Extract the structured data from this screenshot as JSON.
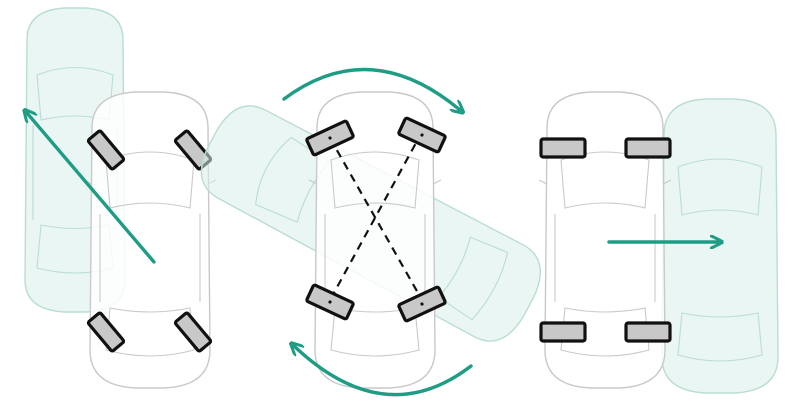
{
  "colors": {
    "ghost_body": "#d8efe9",
    "ghost_stroke": "#b9ddd4",
    "car_body": "#ffffff",
    "car_stroke": "#c9c9c9",
    "wheel_fill": "#c8c8c8",
    "wheel_stroke": "#111111",
    "arrow": "#1f9c84",
    "diagonal": "#111111"
  },
  "panels": [
    {
      "id": "diagonal-mode",
      "wheel_orientation": "all-wheels-angled",
      "motion": "diagonal-up-left"
    },
    {
      "id": "pivot-mode",
      "wheel_orientation": "tangent-to-center",
      "motion": "rotate-in-place"
    },
    {
      "id": "crab-mode",
      "wheel_orientation": "all-wheels-sideways",
      "motion": "sideways-right"
    }
  ]
}
